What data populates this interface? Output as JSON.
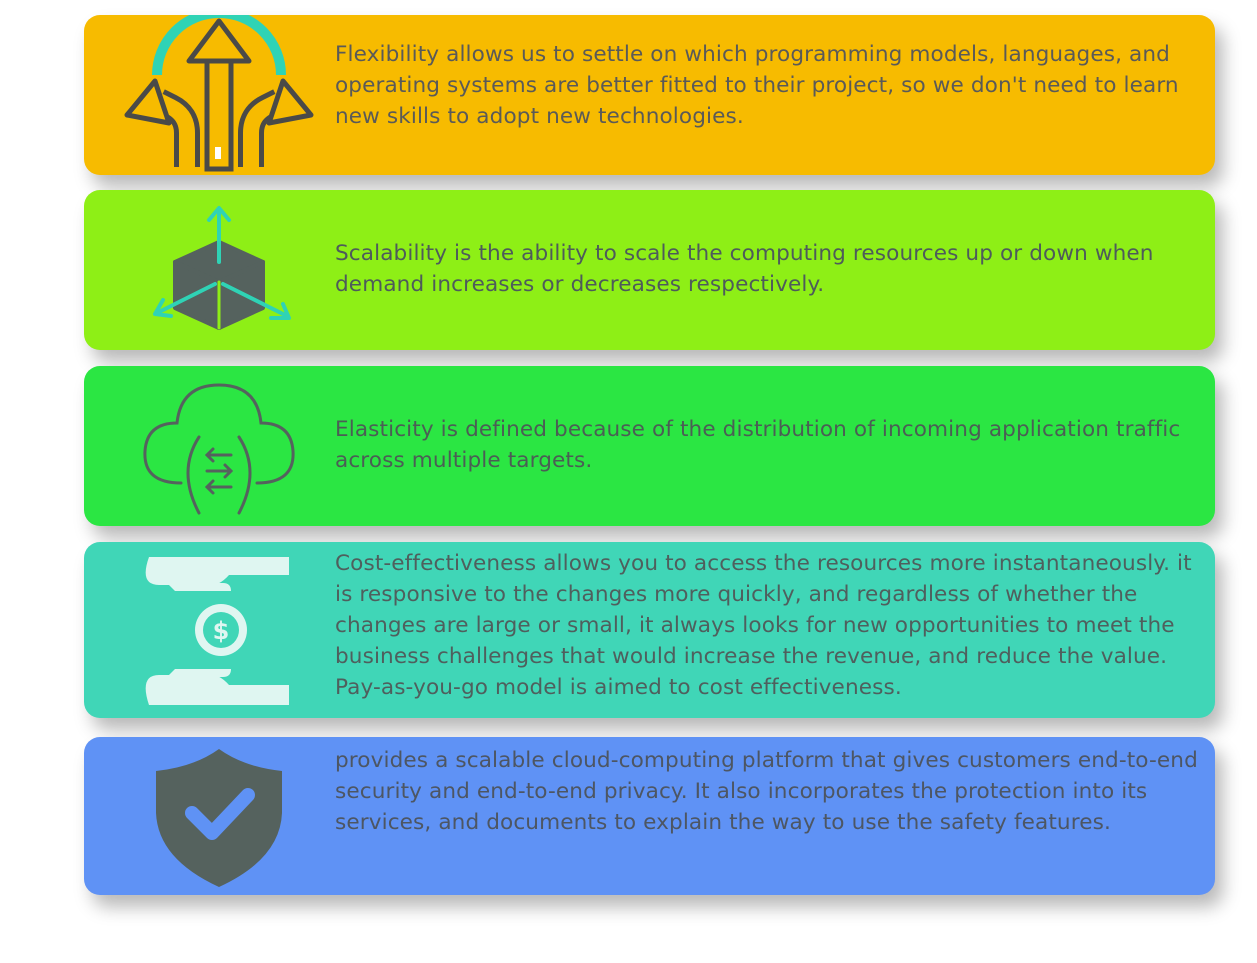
{
  "colors": {
    "flexibility_bg": "#f7bb00",
    "scalability_bg": "#8eef16",
    "elasticity_bg": "#2be643",
    "cost_bg": "#40d6b7",
    "security_bg": "#5f92f5",
    "text": "#555b5f",
    "icon_teal": "#2fd3b5",
    "icon_gray": "#55625e"
  },
  "cards": [
    {
      "icon": "branching-arrows-icon",
      "text": "Flexibility allows us to settle on which programming models, languages, and operating systems are better fitted to their project, so we don't need to learn new skills to adopt new technologies."
    },
    {
      "icon": "scaling-cube-icon",
      "text": "Scalability is the ability to scale the computing resources up or down when demand increases or decreases respectively."
    },
    {
      "icon": "cloud-traffic-icon",
      "text": "Elasticity is defined because of the distribution of incoming application traffic across multiple targets."
    },
    {
      "icon": "hands-coin-icon",
      "text": "Cost-effectiveness allows you to access the resources more instantaneously. it is responsive to the changes more quickly, and regardless of whether the changes are large or small, it always looks for new opportunities to meet the business challenges that would increase the revenue, and reduce the value. Pay-as-you-go model is aimed to cost effectiveness."
    },
    {
      "icon": "shield-check-icon",
      "text": "provides a scalable cloud-computing platform that gives customers end-to-end security and end-to-end privacy. It also incorporates the protection into its services, and documents to explain the way to use the safety features."
    }
  ]
}
